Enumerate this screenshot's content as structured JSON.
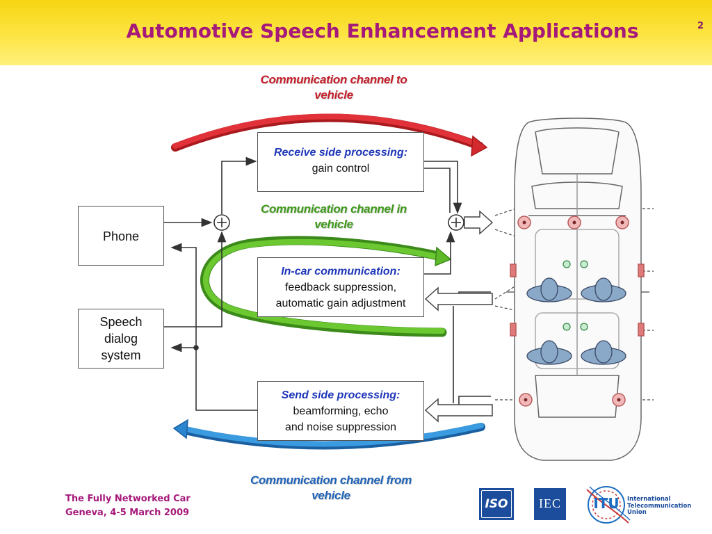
{
  "slide": {
    "title": "Automotive Speech Enhancement Applications",
    "number": "2"
  },
  "channels": {
    "to_vehicle": [
      "Communication channel to",
      "vehicle"
    ],
    "in_vehicle": [
      "Communication channel in",
      "vehicle"
    ],
    "from_vehicle": [
      "Communication channel from",
      "vehicle"
    ]
  },
  "boxes": {
    "receive": {
      "title": "Receive side processing:",
      "lines": [
        "gain control"
      ]
    },
    "incar": {
      "title": "In-car communication:",
      "lines": [
        "feedback suppression,",
        "automatic gain adjustment"
      ]
    },
    "send": {
      "title": "Send side processing:",
      "lines": [
        "beamforming, echo",
        "and noise suppression"
      ]
    }
  },
  "devices": {
    "phone": "Phone",
    "speech": [
      "Speech",
      "dialog",
      "system"
    ]
  },
  "footer": {
    "line1": "The Fully Networked Car",
    "line2": "Geneva, 4-5 March 2009"
  },
  "logos": {
    "iso": "ISO",
    "iec": "IEC",
    "itu": "ITU",
    "itu_text": [
      "International",
      "Telecommunication",
      "Union"
    ]
  },
  "colors": {
    "title": "#a5197a",
    "red_arrow": "#d42a2e",
    "green_arrow": "#5db82a",
    "blue_arrow": "#2a86cf",
    "box_title": "#1e36b8"
  }
}
